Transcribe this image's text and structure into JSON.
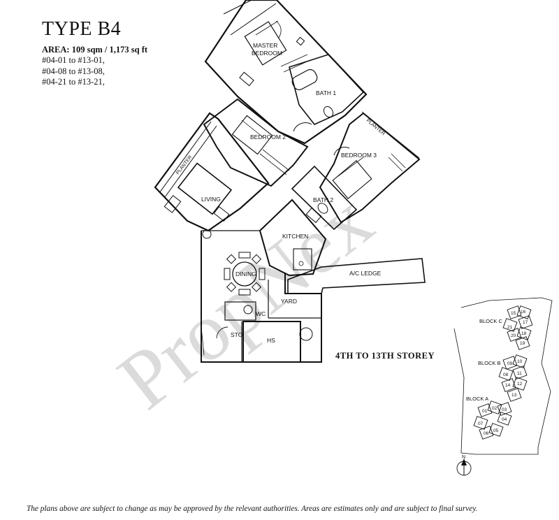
{
  "header": {
    "type_title": "TYPE B4",
    "area": "AREA: 109 sqm / 1,173 sq ft",
    "units": [
      "#04-01 to #13-01,",
      "#04-08 to #13-08,",
      "#04-21 to #13-21,"
    ]
  },
  "rooms": {
    "master_bedroom": [
      "MASTER",
      "BEDROOM"
    ],
    "bath1": "BATH 1",
    "bedroom2": "BEDROOM 2",
    "bedroom3": "BEDROOM 3",
    "bath2": "BATH 2",
    "living": "LIVING",
    "kitchen": "KITCHEN",
    "dining": "DINING",
    "yard": "YARD",
    "wc": "WC",
    "store": "STO",
    "hs": "HS",
    "ac_ledge": "A/C LEDGE",
    "planter_left": "PLANTER",
    "planter_right": "PLANTER"
  },
  "storey_label": "4TH TO 13TH STOREY",
  "watermark": "PropNex",
  "site_plan": {
    "blocks": [
      {
        "label": "BLOCK C",
        "units": [
          "15",
          "16",
          "17",
          "21",
          "20",
          "18",
          "19"
        ]
      },
      {
        "label": "BLOCK B",
        "units": [
          "09",
          "10",
          "08",
          "11",
          "14",
          "12",
          "13"
        ]
      },
      {
        "label": "BLOCK A",
        "units": [
          "01",
          "02",
          "03",
          "04",
          "07",
          "06",
          "05"
        ]
      }
    ],
    "north": "N"
  },
  "disclaimer": "The plans above are subject to change as may be approved by the relevant authorities. Areas are estimates only and are subject to final survey."
}
